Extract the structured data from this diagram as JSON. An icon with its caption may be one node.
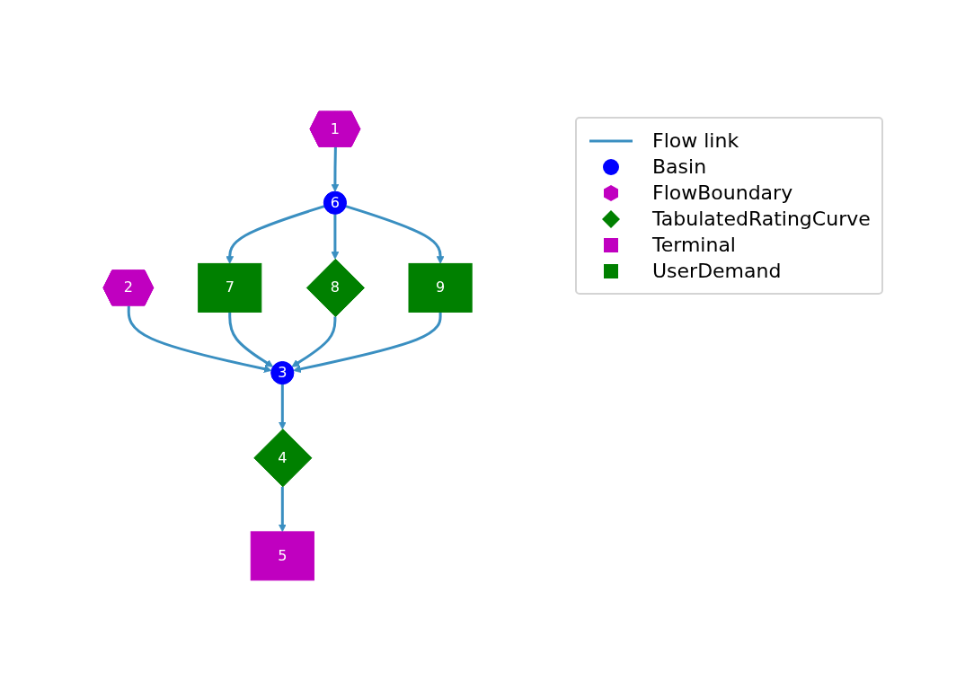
{
  "diagram": {
    "nodes": [
      {
        "text": [
          "7"
        ]
      },
      {
        "text": [
          "2"
        ]
      },
      {
        "text": [
          "1"
        ]
      },
      {
        "text": [
          "6"
        ]
      },
      {
        "text": [
          "8"
        ]
      },
      {
        "text": [
          "3"
        ]
      },
      {
        "text": [
          "9"
        ]
      },
      {
        "text": [
          "4"
        ]
      },
      {
        "text": [
          "5"
        ]
      }
    ],
    "edges": [
      {
        "from": 2,
        "to": 3,
        "arrow": "to"
      },
      {
        "from": 1,
        "to": 5,
        "arrow": "to"
      },
      {
        "from": 0,
        "to": 5,
        "arrow": "to"
      },
      {
        "from": 3,
        "to": 0,
        "arrow": "to"
      },
      {
        "from": 3,
        "to": 4,
        "arrow": "to"
      },
      {
        "from": 4,
        "to": 5,
        "arrow": "to"
      },
      {
        "from": 3,
        "to": 6,
        "arrow": "to"
      },
      {
        "from": 6,
        "to": 5,
        "arrow": "to"
      },
      {
        "from": 5,
        "to": 7,
        "arrow": "to"
      },
      {
        "from": 7,
        "to": 8,
        "arrow": "to"
      }
    ],
    "legend": [
      {
        "text": "Flow link"
      },
      {
        "text": "Basin"
      },
      {
        "text": "FlowBoundary"
      },
      {
        "text": "TabulatedRatingCurve"
      },
      {
        "text": "Terminal"
      },
      {
        "text": "UserDemand"
      }
    ]
  }
}
